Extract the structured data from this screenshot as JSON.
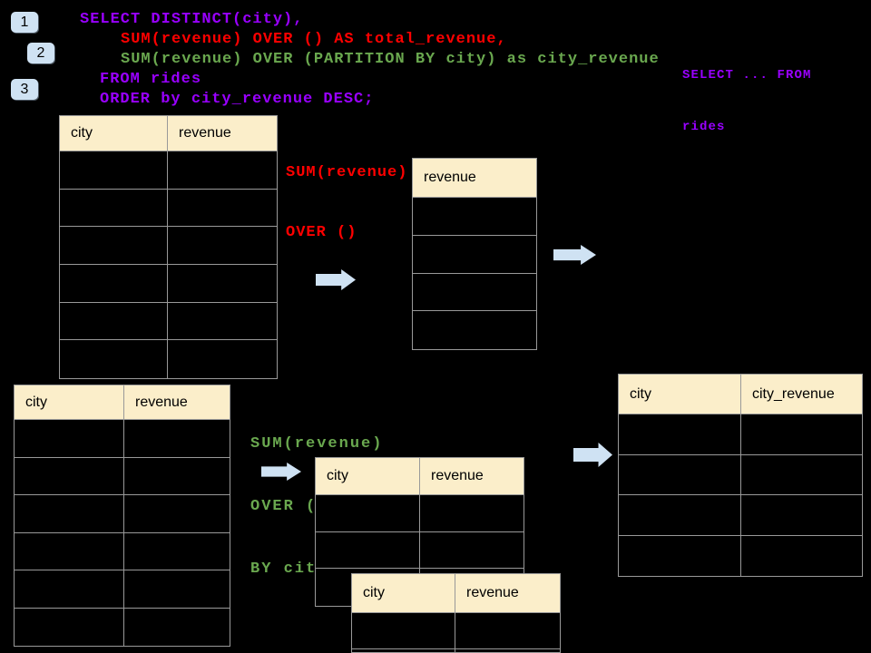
{
  "badges": {
    "b1": "1",
    "b2": "2",
    "b3": "3"
  },
  "sql": {
    "line1": "SELECT DISTINCT(city),",
    "line2": "SUM(revenue) OVER () AS total_revenue,",
    "line3": "SUM(revenue) OVER (PARTITION BY city) as city_revenue",
    "line4": "FROM rides",
    "line5": "ORDER by city_revenue DESC;"
  },
  "side_note": {
    "line1": "SELECT ... FROM",
    "line2": "rides"
  },
  "red_label": {
    "line1": "SUM(revenue)",
    "line2": "OVER ()"
  },
  "green_label": {
    "line1": "SUM(revenue)",
    "line2": "OVER (PARTITION",
    "line3": "BY city)"
  },
  "tables": {
    "source_top": {
      "headers": [
        "city",
        "revenue"
      ],
      "body_rows": 6
    },
    "total_revenue": {
      "headers": [
        "revenue"
      ],
      "body_rows": 4
    },
    "source_bottom": {
      "headers": [
        "city",
        "revenue"
      ],
      "body_rows": 6
    },
    "partition_input": {
      "headers": [
        "city",
        "revenue"
      ],
      "body_rows": 3
    },
    "partition_overlay": {
      "headers": [
        "city",
        "revenue"
      ],
      "body_rows": 2
    },
    "result": {
      "headers": [
        "city",
        "city_revenue"
      ],
      "body_rows": 4
    }
  },
  "colors": {
    "background": "#000000",
    "purple": "#9900ff",
    "red": "#ff0000",
    "green": "#6aa84f",
    "header_fill": "#fbeeca",
    "table_border": "#999999",
    "badge_fill": "#cfe2f3",
    "arrow_fill": "#cfe2f3"
  }
}
